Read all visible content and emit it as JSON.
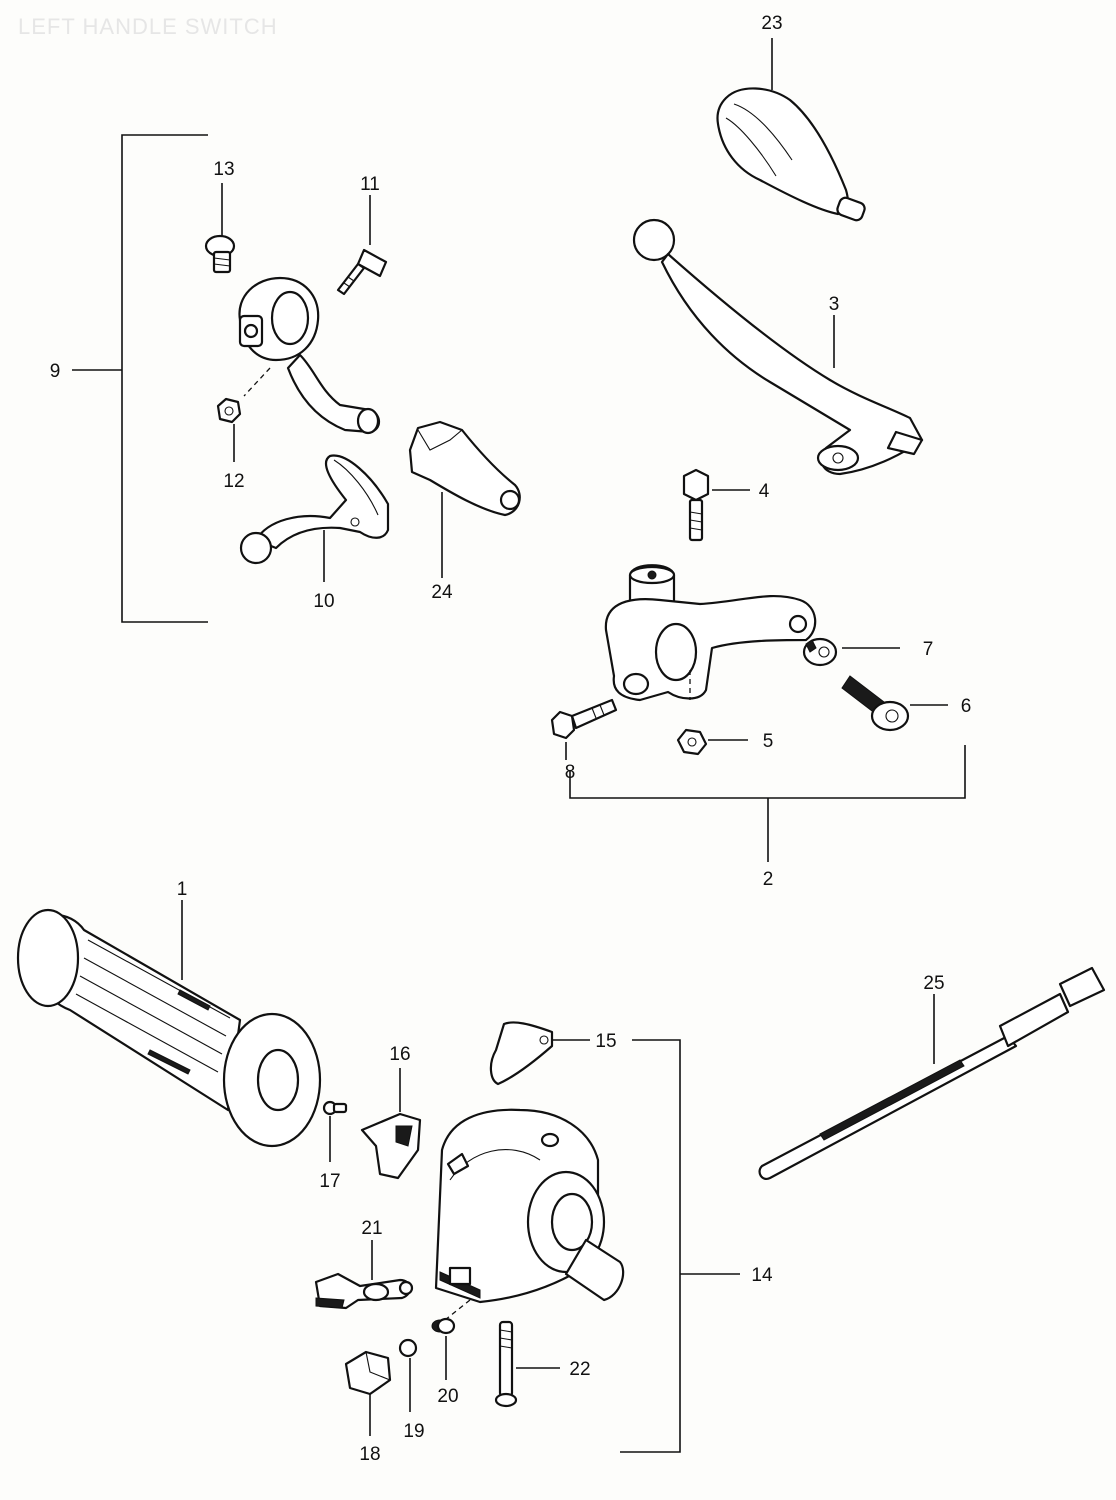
{
  "title": "LEFT HANDLE SWITCH",
  "callouts": {
    "c1": "1",
    "c2": "2",
    "c3": "3",
    "c4": "4",
    "c5": "5",
    "c6": "6",
    "c7": "7",
    "c8": "8",
    "c9": "9",
    "c10": "10",
    "c11": "11",
    "c12": "12",
    "c13": "13",
    "c14": "14",
    "c15": "15",
    "c16": "16",
    "c17": "17",
    "c18": "18",
    "c19": "19",
    "c20": "20",
    "c21": "21",
    "c22": "22",
    "c23": "23",
    "c24": "24",
    "c25": "25"
  },
  "colors": {
    "ink": "#111111",
    "paper": "#fdfdfb",
    "title_faded": "#e6e6e6"
  }
}
